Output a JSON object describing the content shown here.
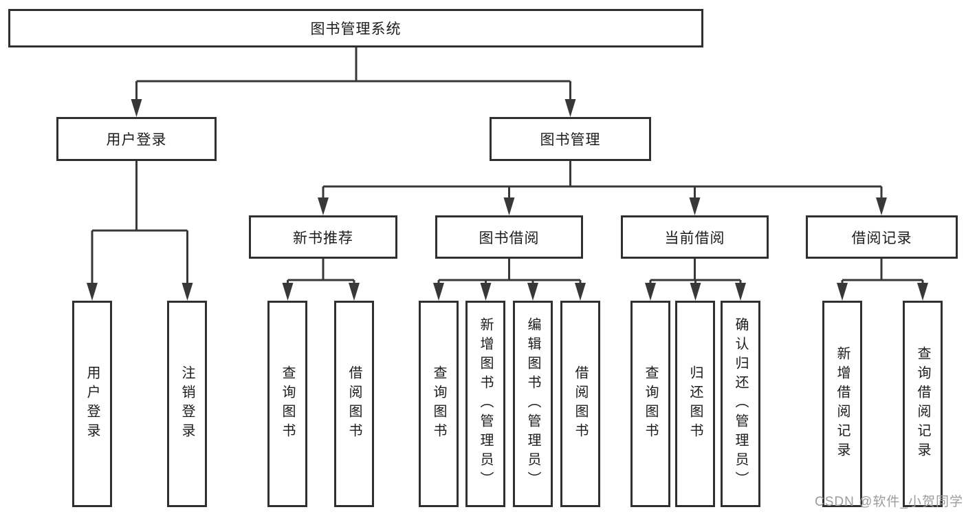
{
  "diagram": {
    "root": {
      "label": "图书管理系统"
    },
    "level2": {
      "user_login": {
        "label": "用户登录"
      },
      "book_mgmt": {
        "label": "图书管理"
      }
    },
    "level3": {
      "new_book_rec": {
        "label": "新书推荐"
      },
      "book_borrow": {
        "label": "图书借阅"
      },
      "current_borrow": {
        "label": "当前借阅"
      },
      "borrow_record": {
        "label": "借阅记录"
      }
    },
    "leaves": {
      "user_login": {
        "label": "用户登录"
      },
      "logout": {
        "label": "注销登录"
      },
      "rec_query_book": {
        "label": "查询图书"
      },
      "rec_borrow_book": {
        "label": "借阅图书"
      },
      "bor_query_book": {
        "label": "查询图书"
      },
      "bor_add_book_admin": {
        "label": "新增图书（管理员）"
      },
      "bor_edit_book_admin": {
        "label": "编辑图书（管理员）"
      },
      "bor_borrow_book": {
        "label": "借阅图书"
      },
      "cur_query_book": {
        "label": "查询图书"
      },
      "cur_return_book": {
        "label": "归还图书"
      },
      "cur_confirm_return_admin": {
        "label": "确认归还（管理员）"
      },
      "record_add": {
        "label": "新增借阅记录"
      },
      "record_query": {
        "label": "查询借阅记录"
      }
    }
  },
  "watermark": {
    "text": "CSDN @软件_小贺同学"
  },
  "colors": {
    "line": "#383838",
    "box_border": "#2f2f2f",
    "text": "#1c1c1c",
    "watermark": "#9c9c9c",
    "background": "#ffffff"
  }
}
